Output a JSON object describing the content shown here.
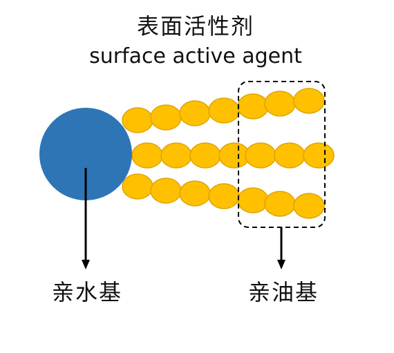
{
  "title": {
    "chinese": "表面活性剂",
    "english": "surface active agent"
  },
  "labels": {
    "hydrophilic": "亲水基",
    "lipophilic": "亲油基"
  },
  "colors": {
    "head": "#2e75b6",
    "tail_fill": "#ffc000",
    "tail_stroke": "#e0a400",
    "arrow": "#000000",
    "dashed_box": "#000000"
  }
}
